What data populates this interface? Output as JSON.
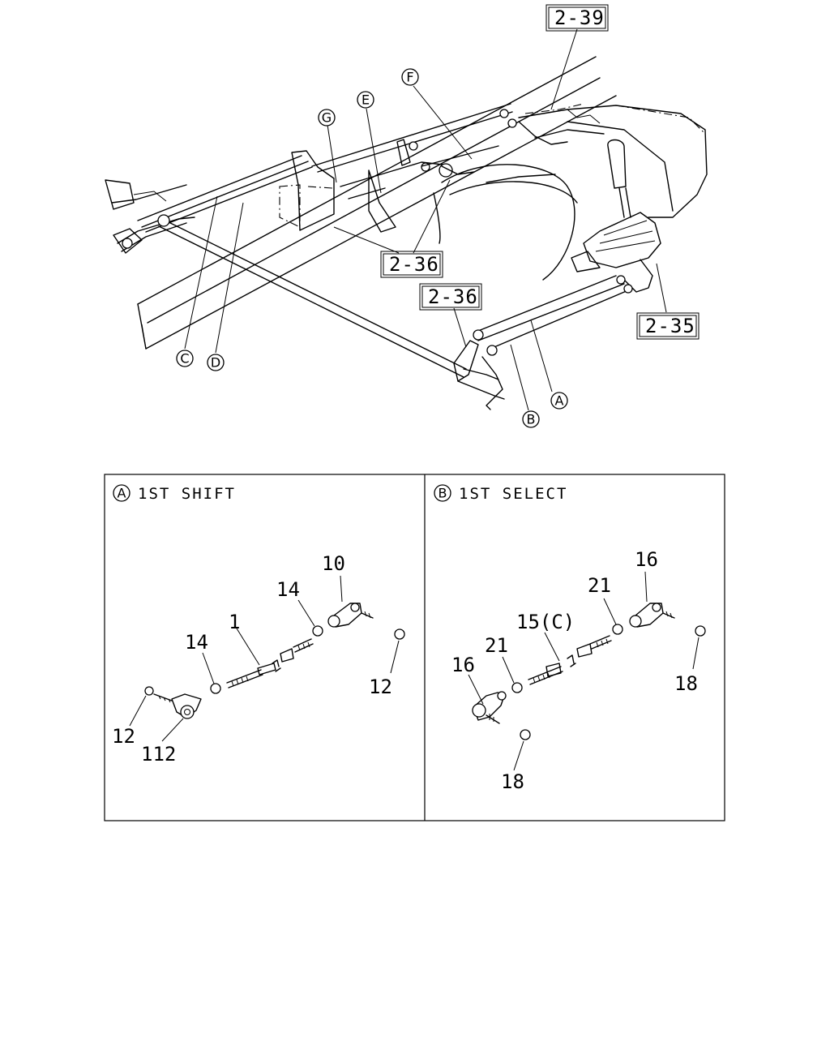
{
  "refs": {
    "r239": "2-39",
    "r236a": "2-36",
    "r236b": "2-36",
    "r235": "2-35"
  },
  "callouts": {
    "a": "A",
    "b": "B",
    "c": "C",
    "d": "D",
    "e": "E",
    "f": "F",
    "g": "G"
  },
  "panel_a": {
    "letter": "A",
    "title": "1ST SHIFT",
    "parts": {
      "p10": "10",
      "p14a": "14",
      "p1": "1",
      "p14b": "14",
      "p12a": "12",
      "p12b": "12",
      "p112": "112"
    }
  },
  "panel_b": {
    "letter": "B",
    "title": "1ST SELECT",
    "parts": {
      "p16a": "16",
      "p21a": "21",
      "p15c": "15(C)",
      "p21b": "21",
      "p16b": "16",
      "p18a": "18",
      "p18b": "18"
    }
  }
}
